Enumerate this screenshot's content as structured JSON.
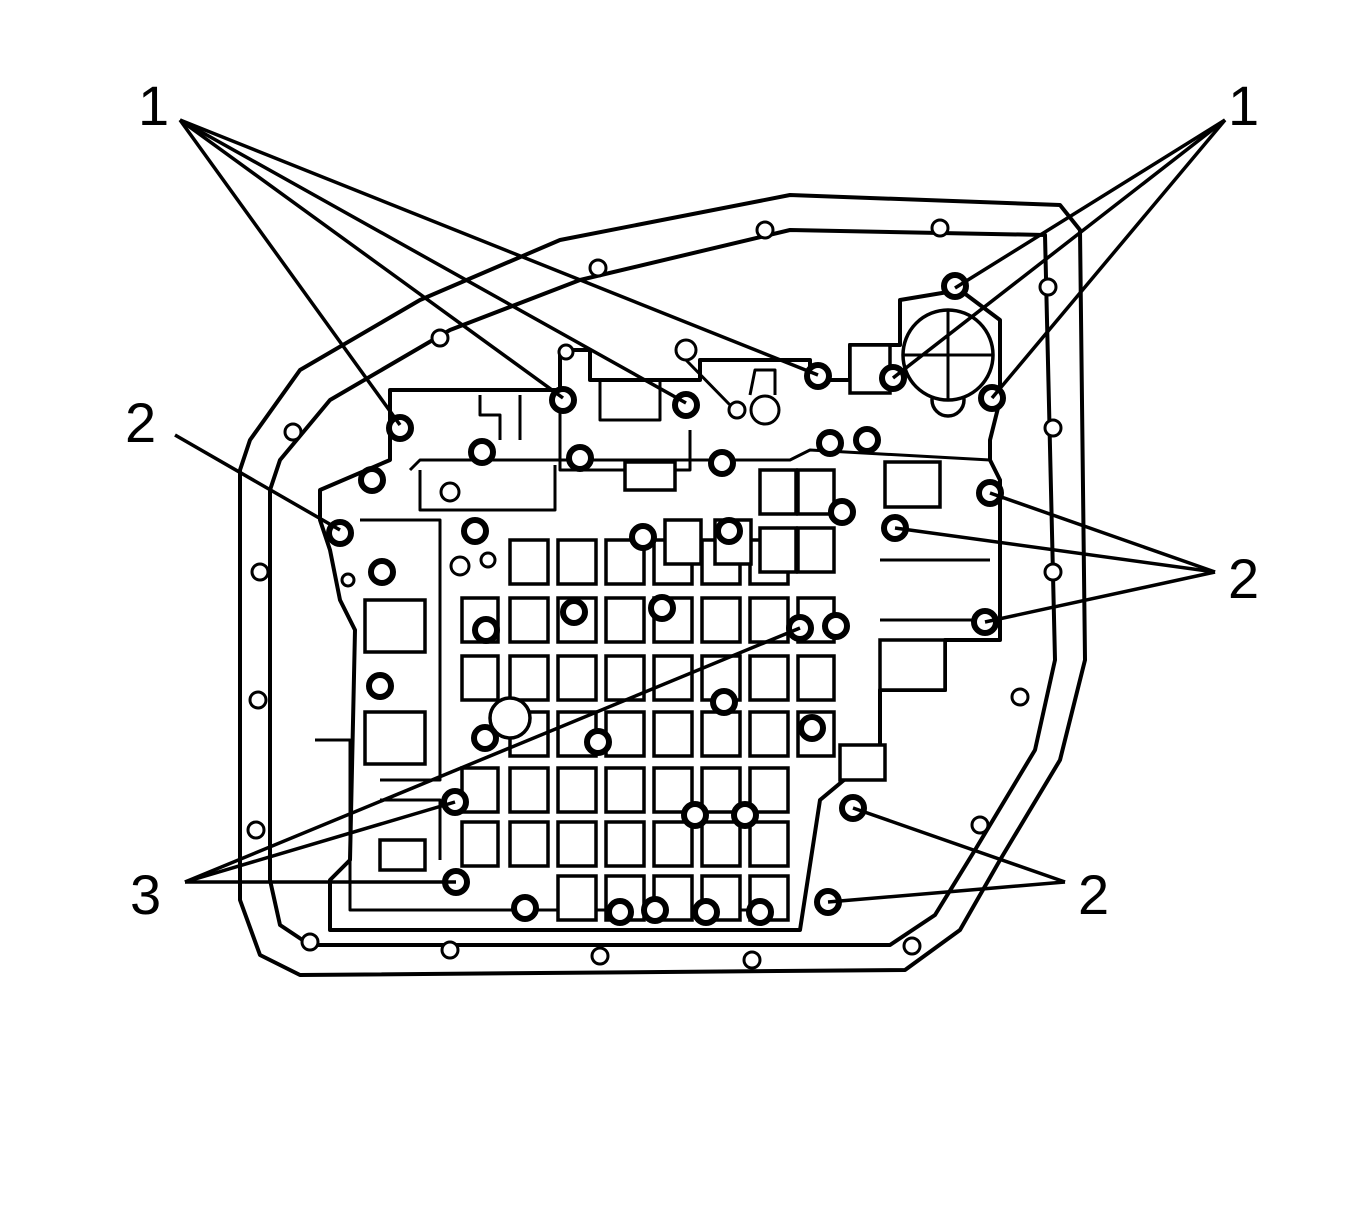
{
  "callouts": {
    "top_left": "1",
    "top_right": "1",
    "mid_left": "2",
    "mid_right": "2",
    "bottom_right": "2",
    "bottom_left": "3"
  },
  "colors": {
    "line": "#000000",
    "background": "#ffffff"
  }
}
